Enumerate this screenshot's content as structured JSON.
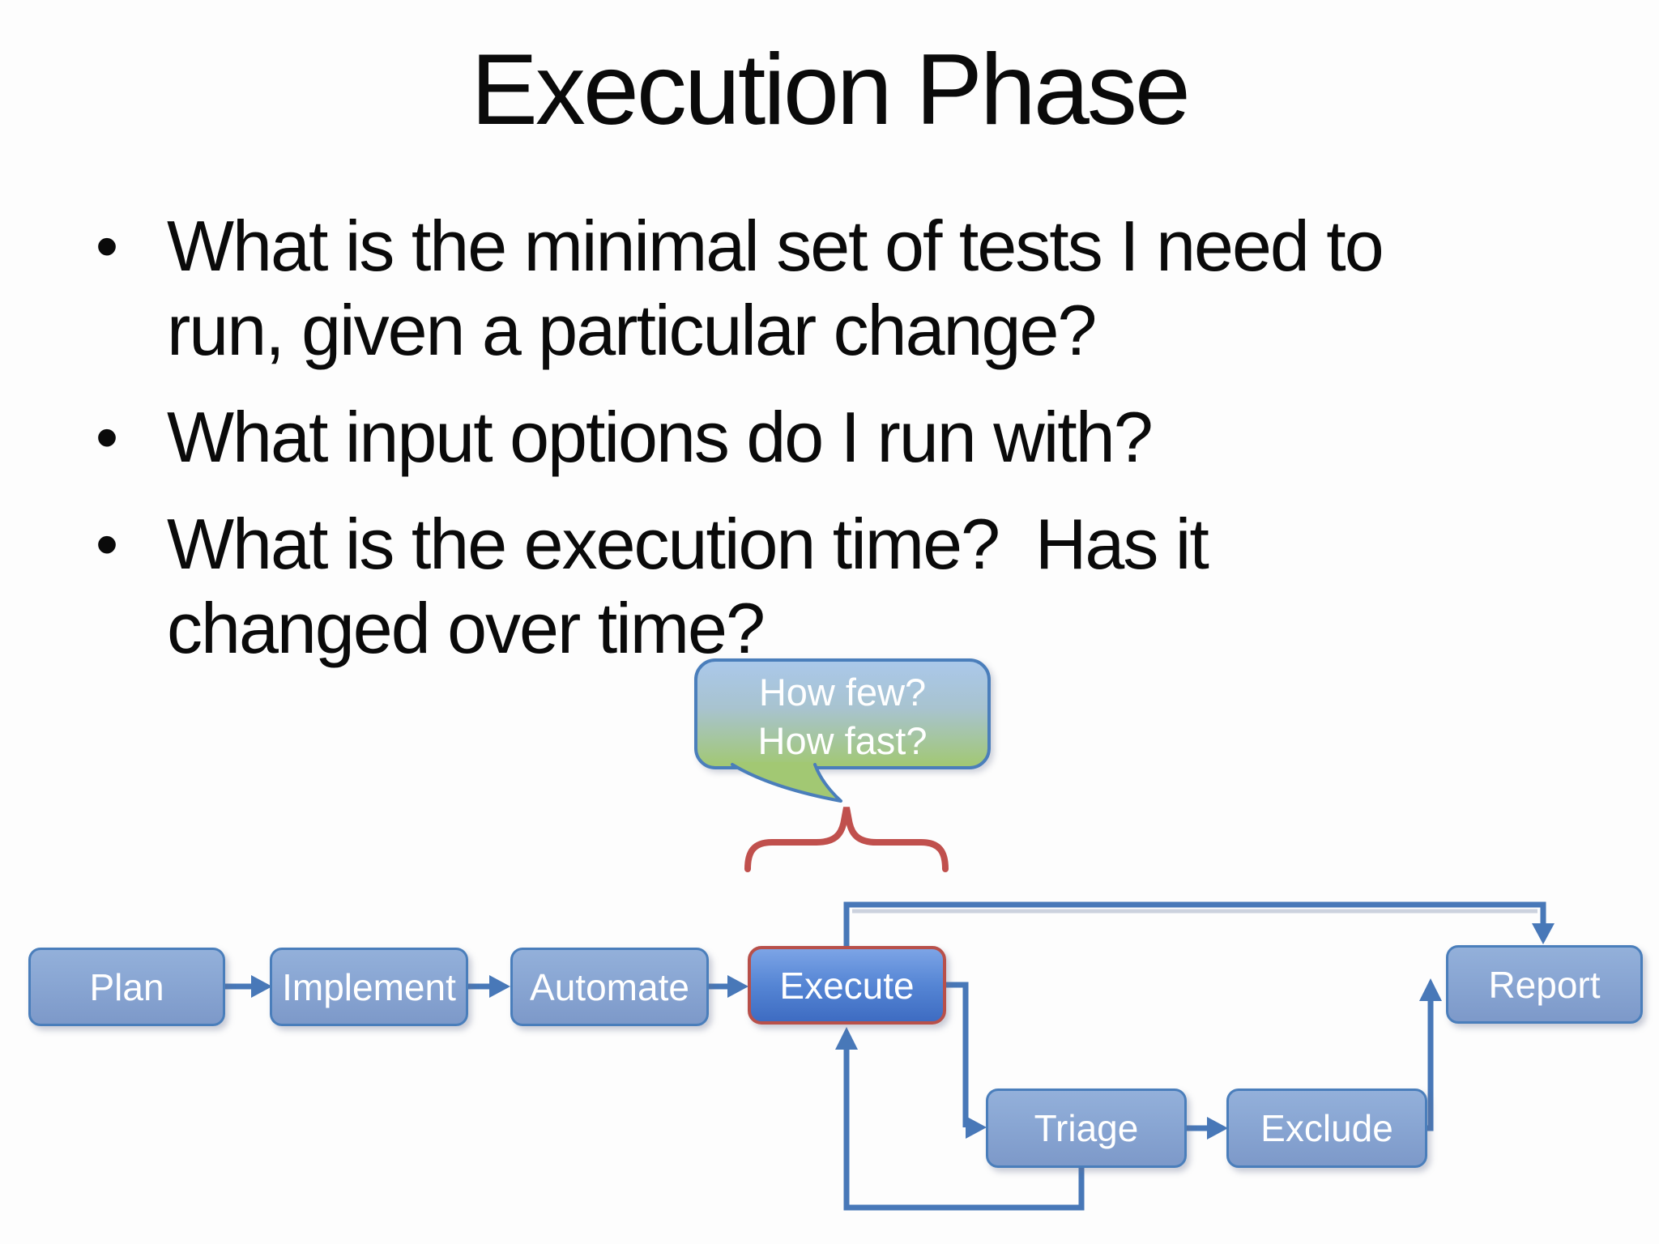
{
  "slide": {
    "title": "Execution Phase",
    "bullet_char": "•",
    "bullets": [
      {
        "lines": [
          "What is the minimal set of tests I need to",
          "run, given a particular change?"
        ]
      },
      {
        "lines": [
          "What input options do I run with?",
          ""
        ]
      },
      {
        "lines": [
          "What is the execution time?  Has it",
          "changed over time?"
        ]
      }
    ],
    "callout": {
      "lines": [
        "How few?",
        "How fast?"
      ]
    },
    "flow": {
      "nodes": {
        "plan": {
          "label": "Plan"
        },
        "implement": {
          "label": "Implement"
        },
        "automate": {
          "label": "Automate"
        },
        "execute": {
          "label": "Execute"
        },
        "report": {
          "label": "Report"
        },
        "triage": {
          "label": "Triage"
        },
        "exclude": {
          "label": "Exclude"
        }
      },
      "edges": [
        "Plan→Implement",
        "Implement→Automate",
        "Automate→Execute",
        "Execute→Report",
        "Execute→Triage",
        "Triage→Exclude",
        "Exclude→Report",
        "Triage→Execute"
      ]
    },
    "colors": {
      "background": "#fdfdfd",
      "text": "#0a0a0a",
      "node_fill_top": "#93b0da",
      "node_fill_bottom": "#7d99c9",
      "node_border": "#4a7ebb",
      "node_text": "#ffffff",
      "execute_fill_top": "#7ca4e6",
      "execute_fill_bottom": "#3e6cc2",
      "execute_border": "#b8504a",
      "connector": "#4878b8",
      "brace": "#c0504d",
      "callout_fill_top": "#aac8ea",
      "callout_fill_bottom": "#a2c873",
      "callout_border": "#4a7ebb",
      "callout_text": "#ffffff"
    }
  }
}
